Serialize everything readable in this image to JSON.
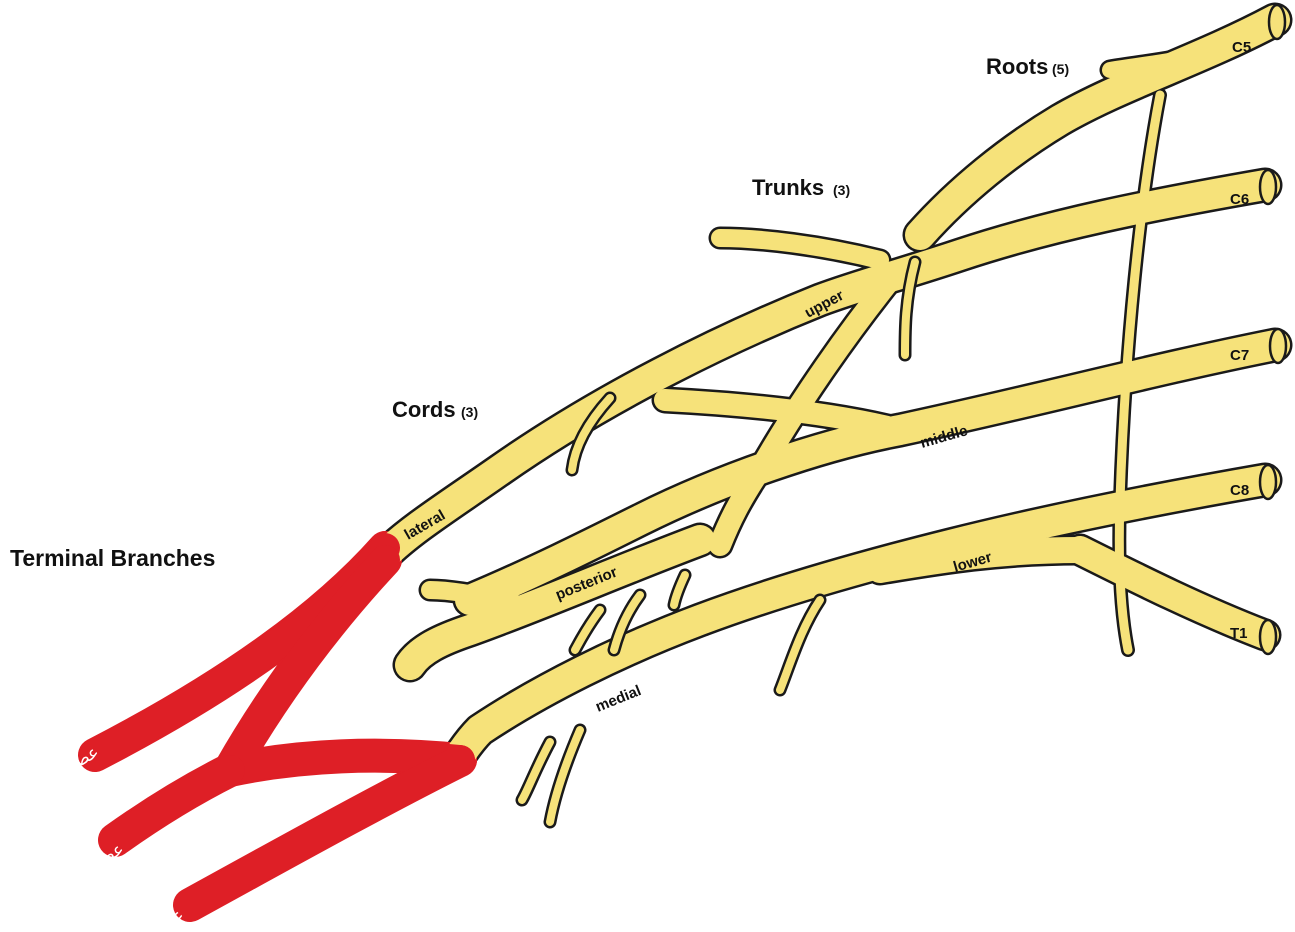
{
  "colors": {
    "nerve_fill": "#f6e27a",
    "nerve_outline": "#1a1a1a",
    "terminal_fill": "#de1f26",
    "background": "#ffffff"
  },
  "headings": {
    "roots": "Roots",
    "roots_count": "(5)",
    "trunks": "Trunks",
    "trunks_count": "(3)",
    "cords": "Cords",
    "cords_count": "(3)",
    "terminal": "Terminal Branches"
  },
  "roots": [
    "C5",
    "C6",
    "C7",
    "C8",
    "T1"
  ],
  "trunks": [
    "upper",
    "middle",
    "lower"
  ],
  "cords": [
    "lateral",
    "posterior",
    "medial"
  ],
  "terminal_branches": [
    "عصب عضلي جلدي",
    "عصب ناصف",
    "عصب زندي"
  ]
}
